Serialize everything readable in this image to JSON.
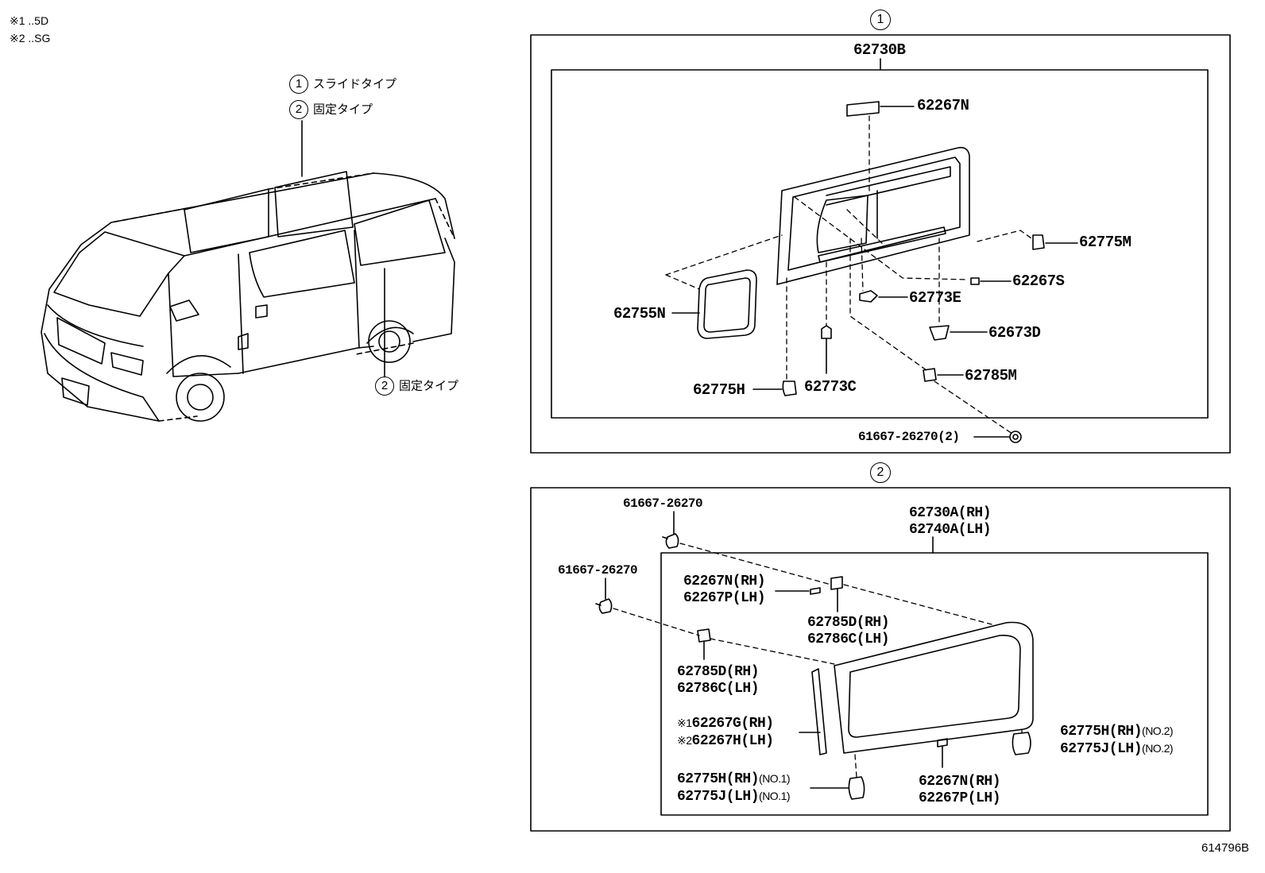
{
  "notes": [
    "※1 ..5D",
    "※2 ..SG"
  ],
  "legend": {
    "item1": {
      "num": "1",
      "text": "スライドタイプ"
    },
    "item2": {
      "num": "2",
      "text": "固定タイプ"
    },
    "callout": {
      "num": "2",
      "text": "固定タイプ"
    }
  },
  "section1": {
    "marker": "1",
    "assembly": "62730B",
    "parts": {
      "p62267N": "62267N",
      "p62775M": "62775M",
      "p62267S": "62267S",
      "p62773E": "62773E",
      "p62755N": "62755N",
      "p62673D": "62673D",
      "p62785M": "62785M",
      "p62775H": "62775H",
      "p62773C": "62773C",
      "p61667": "61667-26270(2)"
    }
  },
  "section2": {
    "marker": "2",
    "assembly_rh": "62730A(RH)",
    "assembly_lh": "62740A(LH)",
    "clip_a": "61667-26270",
    "clip_b": "61667-26270",
    "pad_rh": "62267N(RH)",
    "pad_lh": "62267P(LH)",
    "block_a_rh": "62785D(RH)",
    "block_a_lh": "62786C(LH)",
    "block_b_rh": "62785D(RH)",
    "block_b_lh": "62786C(LH)",
    "mould_note1": "※1",
    "mould_rh": "62267G(RH)",
    "mould_note2": "※2",
    "mould_lh": "62267H(LH)",
    "stop1_rh": "62775H(RH)",
    "stop1_lh": "62775J(LH)",
    "stop1_no": "(NO.1)",
    "stop2_rh": "62775H(RH)",
    "stop2_lh": "62775J(LH)",
    "stop2_no": "(NO.2)",
    "pad2_rh": "62267N(RH)",
    "pad2_lh": "62267P(LH)"
  },
  "diagram_id": "614796B"
}
